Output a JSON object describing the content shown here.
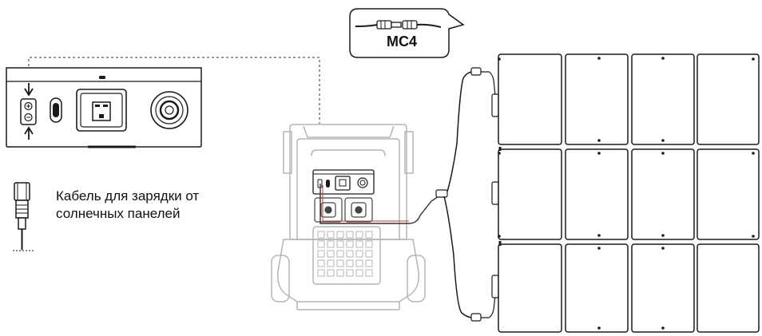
{
  "connector_callout": {
    "label": "MC4"
  },
  "cable_caption": {
    "line1": "Кабель для зарядки от",
    "line2": "солнечных панелей"
  },
  "colors": {
    "stroke": "#1a1a1a",
    "station_stroke": "#b8b8b8",
    "cable": "#333333",
    "red_wire": "#c0392b"
  }
}
